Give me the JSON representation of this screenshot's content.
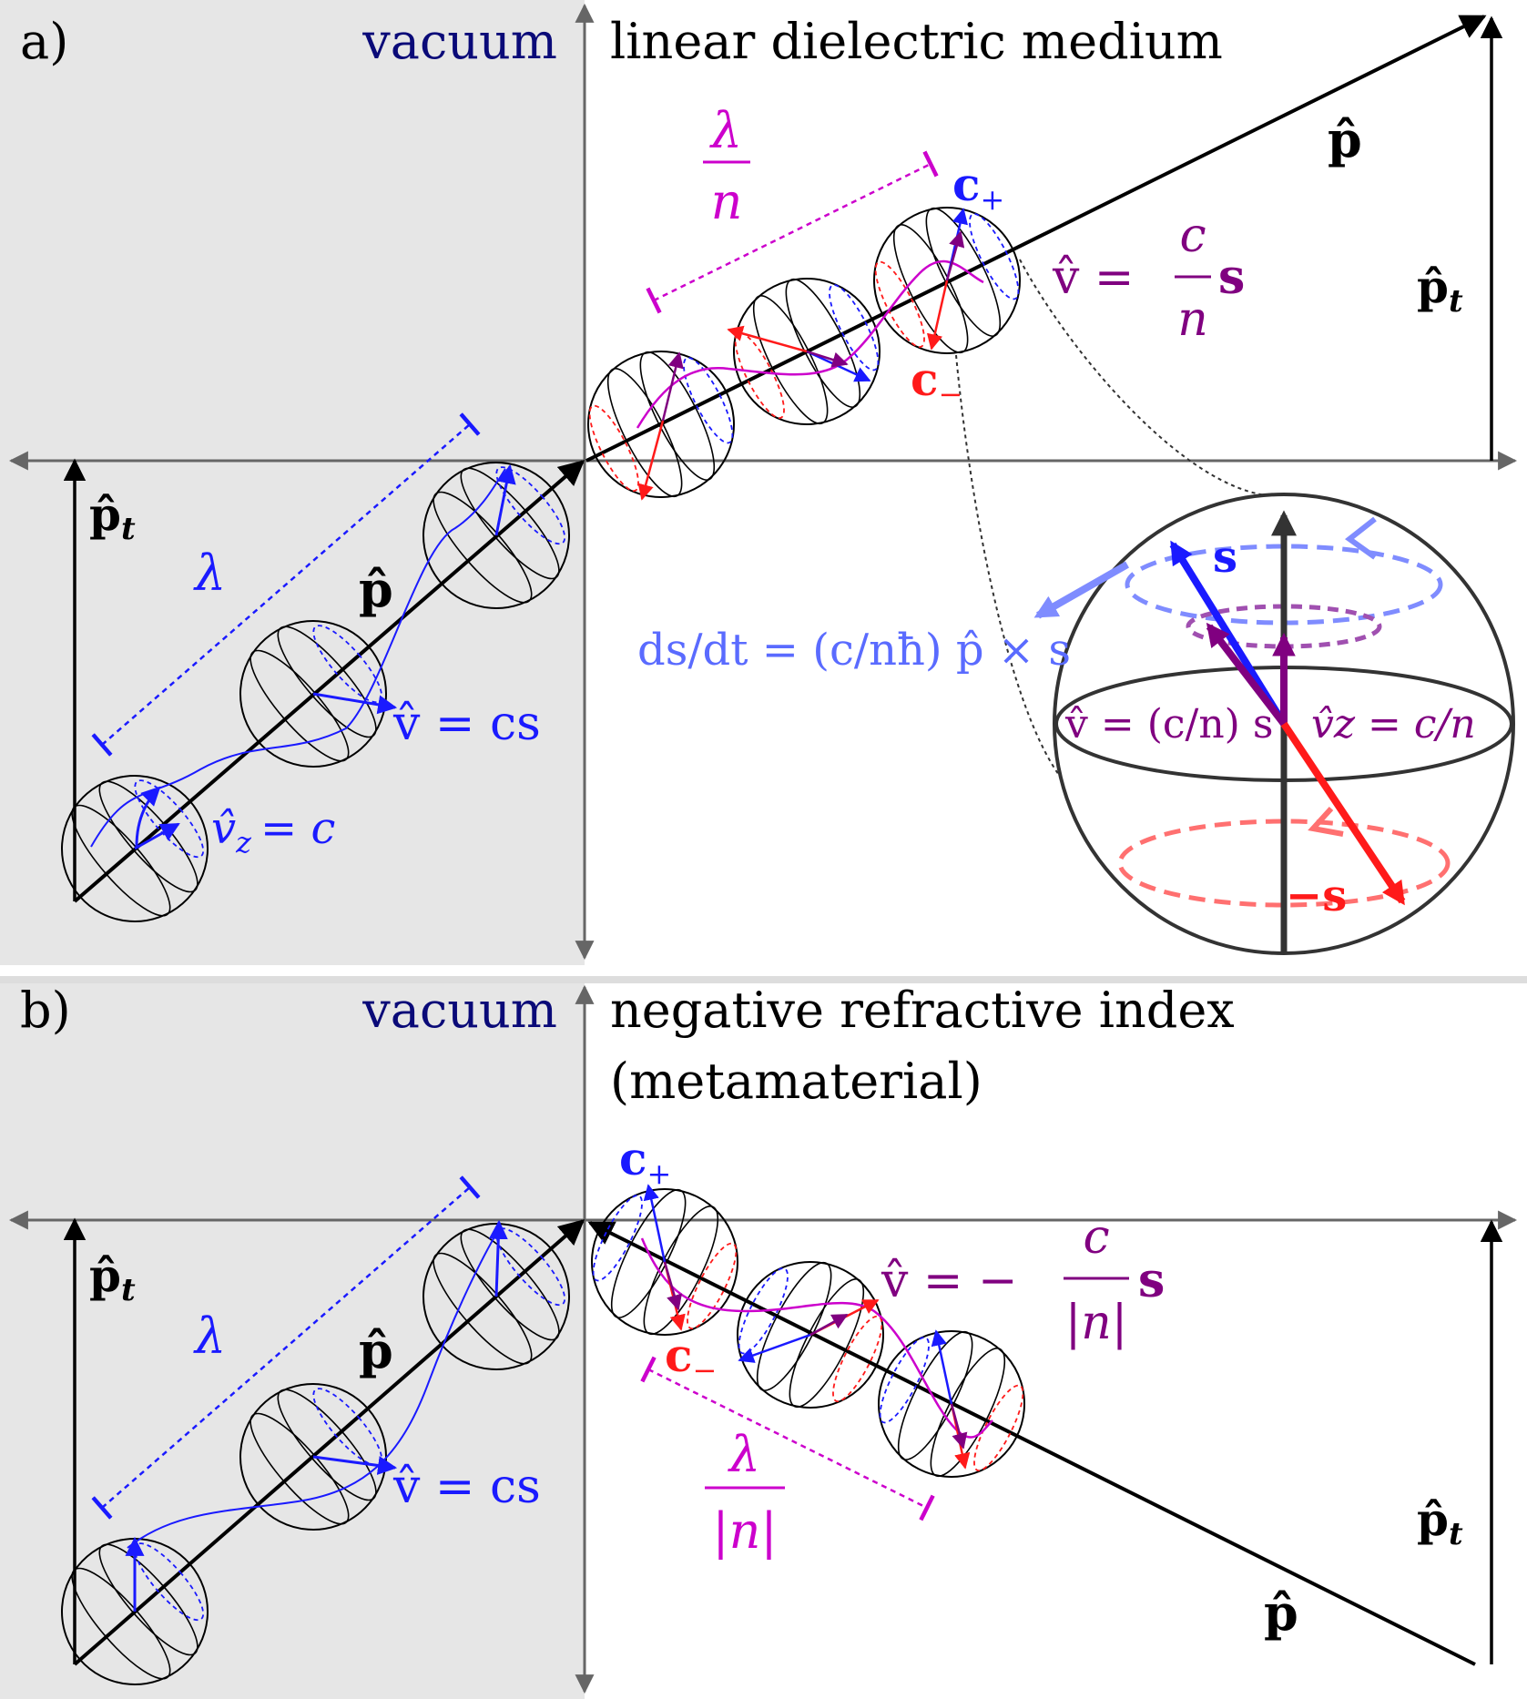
{
  "panel_a": {
    "tag": "a)",
    "left_region": "vacuum",
    "right_region": "linear dielectric medium",
    "p_hat": "p̂",
    "pt_hat": "p̂",
    "sub_t": "t",
    "lambda": "λ",
    "lambda_over_n_num": "λ",
    "lambda_over_n_den": "n",
    "c_plus": "c",
    "c_minus": "c",
    "sub_plus": "+",
    "sub_minus": "−",
    "v_eq_cs": "v̂ = cs",
    "vz_eq_c": "v̂",
    "vz_rhs": "= c",
    "sub_z": "z",
    "v_medium_lhs": "v̂ =",
    "v_medium_num": "c",
    "v_medium_den": "n",
    "v_medium_rhs": "s",
    "precession": "ds/dt = (c/nħ) p̂ × s",
    "inset_s": "s",
    "inset_minus_s": "−s",
    "inset_v": "v̂ = (c/n) s",
    "inset_vz": "v̂z = c/n"
  },
  "panel_b": {
    "tag": "b)",
    "left_region": "vacuum",
    "right_region_line1": "negative refractive index",
    "right_region_line2": "(metamaterial)",
    "p_hat": "p̂",
    "pt_hat": "p̂",
    "sub_t": "t",
    "lambda": "λ",
    "lambda_over_n_num": "λ",
    "lambda_over_n_den": "|n|",
    "c_plus": "c",
    "c_minus": "c",
    "sub_plus": "+",
    "sub_minus": "−",
    "v_eq_cs": "v̂ = cs",
    "v_medium_lhs": "v̂ = −",
    "v_medium_num": "c",
    "v_medium_den": "|n|",
    "v_medium_rhs": "s"
  },
  "colors": {
    "vacuum_bg": "#e6e6e6",
    "axis": "#666666",
    "blue": "#1a1aff",
    "red": "#ff1a1a",
    "purple": "#800080",
    "magenta": "#cc00cc",
    "light_blue": "#7f8cff",
    "navy": "#0a0a78"
  }
}
